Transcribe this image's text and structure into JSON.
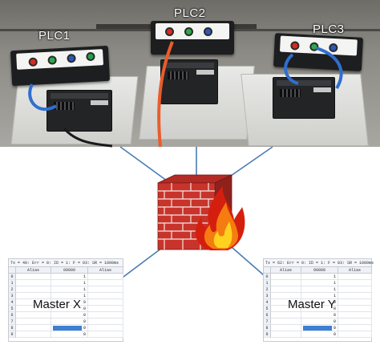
{
  "plcs": [
    {
      "label": "PLC1"
    },
    {
      "label": "PLC2"
    },
    {
      "label": "PLC3"
    }
  ],
  "firewall": {
    "icon": "firewall-icon",
    "brick_color": "#c8342b",
    "mortar_color": "#f2e6e2",
    "flame_colors": [
      "#d51f0e",
      "#f57c10",
      "#ffd21f"
    ]
  },
  "network": {
    "link_color": "#4a7cb3"
  },
  "masters": [
    {
      "title": "Master X",
      "formula": "Tx = 40: Err = 0: ID = 1: F = 03: SR = 1000ms",
      "columns": [
        "Alias",
        "00000",
        "Alias"
      ],
      "rows": [
        "0",
        "1",
        "2",
        "3",
        "4",
        "5",
        "6",
        "7",
        "8",
        "9"
      ],
      "values": [
        "1",
        "1",
        "1",
        "1",
        "0",
        "0",
        "0",
        "0",
        "0",
        "0"
      ],
      "selected_row": 8
    },
    {
      "title": "Master Y",
      "formula": "Tx = 62: Err = 0: ID = 1: F = 03: SR = 1000ms",
      "columns": [
        "Alias",
        "00000",
        "Alias"
      ],
      "rows": [
        "0",
        "1",
        "2",
        "3",
        "4",
        "5",
        "6",
        "7",
        "8",
        "9"
      ],
      "values": [
        "1",
        "1",
        "1",
        "1",
        "0",
        "0",
        "0",
        "0",
        "0",
        "0"
      ],
      "selected_row": 8
    }
  ]
}
